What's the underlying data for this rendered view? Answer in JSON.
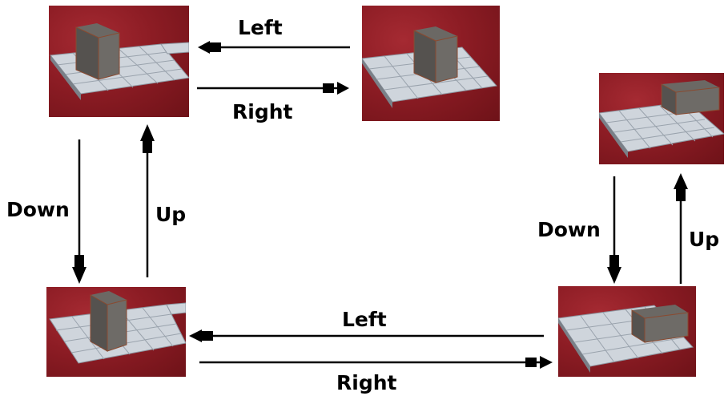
{
  "transitions": {
    "left_top": "Left",
    "right_top": "Right",
    "down_left": "Down",
    "up_left": "Up",
    "down_right": "Down",
    "up_right": "Up",
    "left_bottom": "Left",
    "right_bottom": "Right"
  },
  "states": [
    {
      "name": "standing-block-top-left",
      "block": "standing"
    },
    {
      "name": "standing-block-top-right",
      "block": "standing"
    },
    {
      "name": "lying-block-right-top",
      "block": "lying-horizontal"
    },
    {
      "name": "standing-block-bottom-left",
      "block": "standing"
    },
    {
      "name": "lying-block-bottom-right",
      "block": "lying-horizontal"
    }
  ],
  "colors": {
    "board_bg": "#8c1c24",
    "tile": "#d8dde3",
    "block": "#5a5854",
    "arrow": "#000000"
  }
}
